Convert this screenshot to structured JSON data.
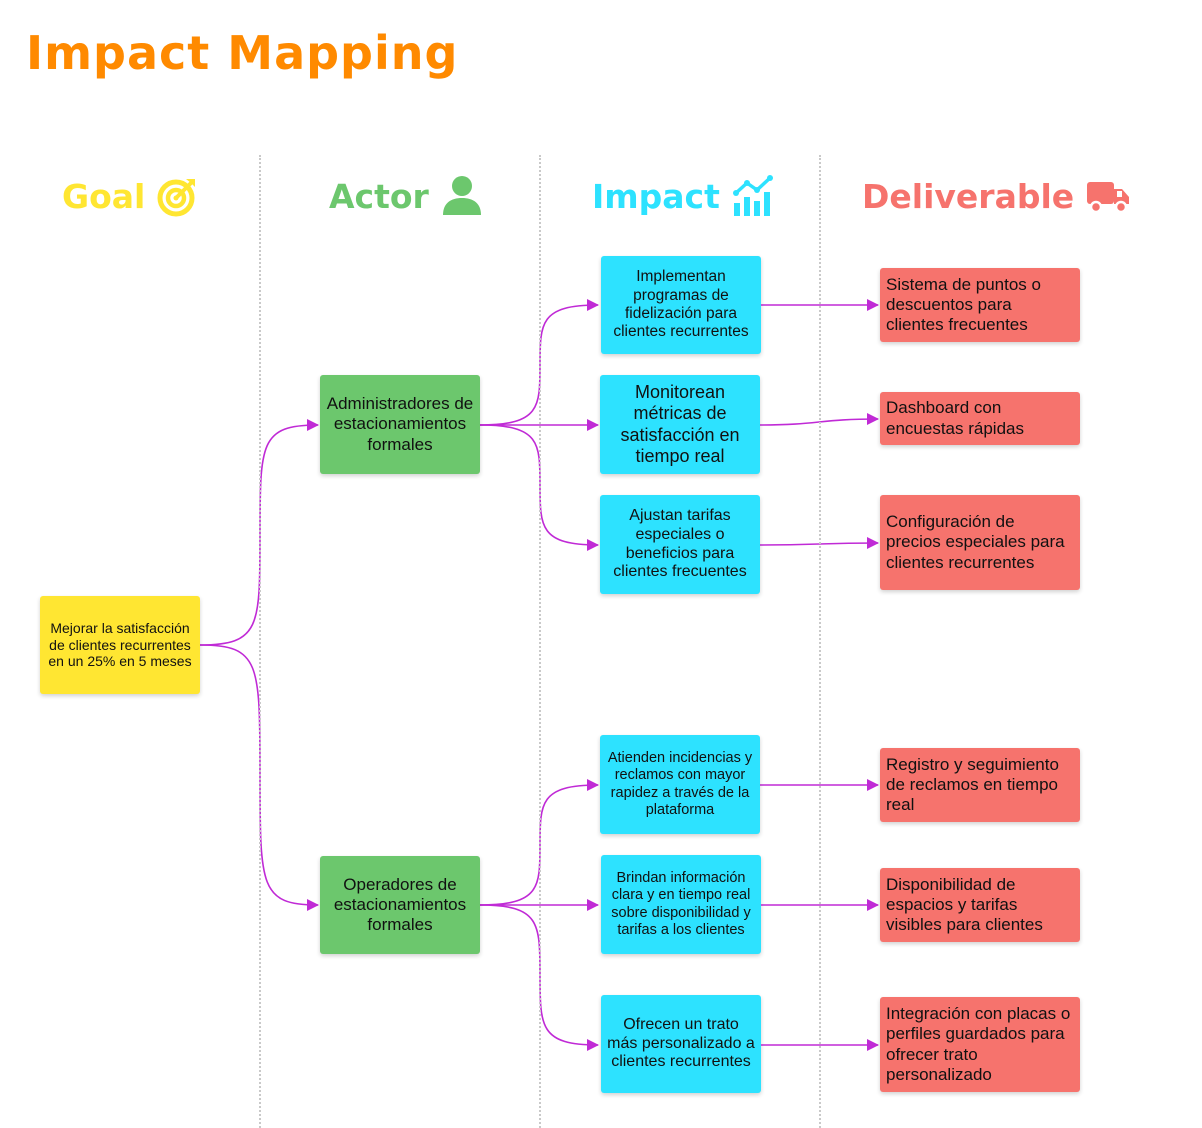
{
  "title": "Impact Mapping",
  "columns": {
    "goal": {
      "label": "Goal",
      "color": "#ffe632",
      "icon": "target-icon"
    },
    "actor": {
      "label": "Actor",
      "color": "#6cc76d",
      "icon": "person-icon"
    },
    "impact": {
      "label": "Impact",
      "color": "#2de2ff",
      "icon": "chart-icon"
    },
    "deliverable": {
      "label": "Deliverable",
      "color": "#f6736d",
      "icon": "truck-icon"
    }
  },
  "connector_color": "#c02ad6",
  "goal": {
    "text": "Mejorar la satisfacción de clientes recurrentes en un 25% en 5 meses"
  },
  "actors": [
    {
      "text": "Administradores de estacionamientos formales"
    },
    {
      "text": "Operadores de estacionamientos formales"
    }
  ],
  "impacts": [
    {
      "text": "Implementan programas de fidelización para clientes recurrentes"
    },
    {
      "text": "Monitorean métricas de satisfacción en tiempo real"
    },
    {
      "text": "Ajustan tarifas especiales o beneficios para clientes frecuentes"
    },
    {
      "text": "Atienden incidencias y reclamos con mayor rapidez a través de la plataforma"
    },
    {
      "text": "Brindan información clara y en tiempo real sobre disponibilidad y tarifas a los clientes"
    },
    {
      "text": "Ofrecen un trato más personalizado a clientes recurrentes"
    }
  ],
  "deliverables": [
    {
      "text": "Sistema de puntos o descuentos para clientes frecuentes"
    },
    {
      "text": "Dashboard con encuestas rápidas"
    },
    {
      "text": "Configuración de precios especiales para clientes recurrentes"
    },
    {
      "text": "Registro y seguimiento de reclamos en tiempo real"
    },
    {
      "text": "Disponibilidad de espacios y tarifas visibles para clientes"
    },
    {
      "text": "Integración con placas o perfiles guardados para ofrecer trato personalizado"
    }
  ]
}
